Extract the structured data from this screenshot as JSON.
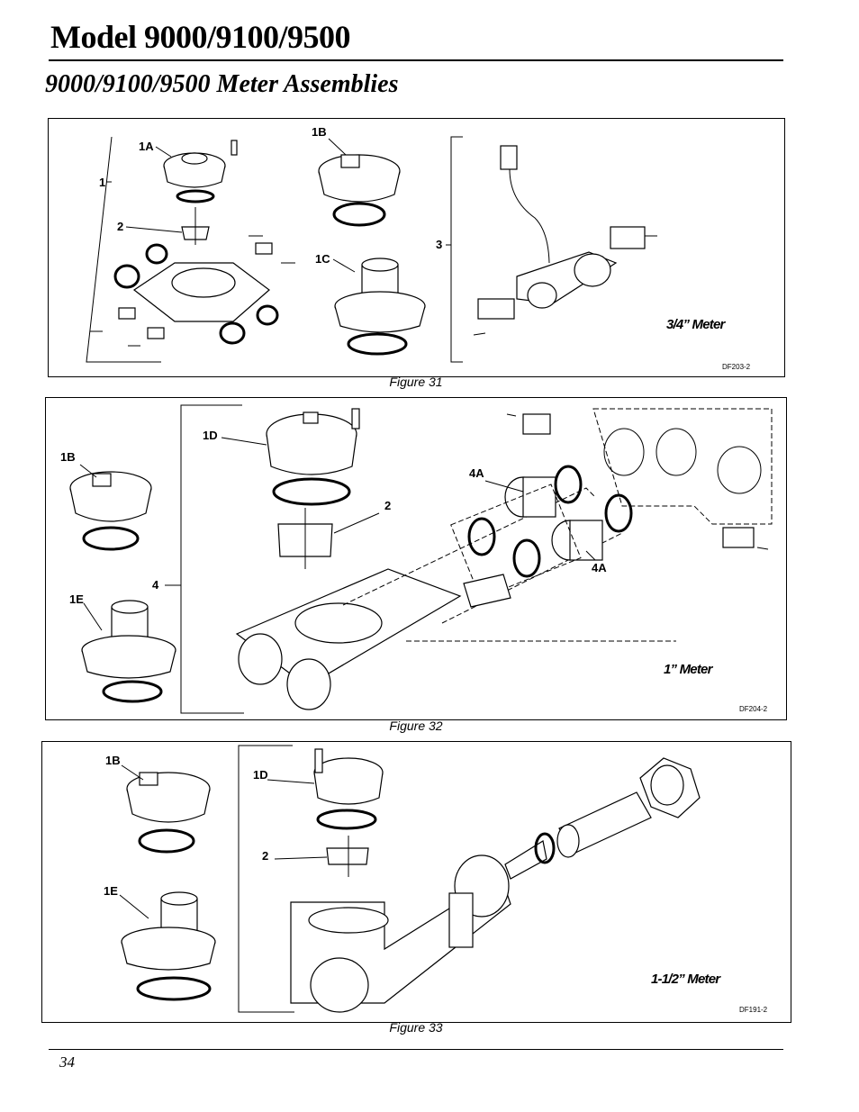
{
  "page": {
    "title": "Model 9000/9100/9500",
    "subtitle": "9000/9100/9500 Meter Assemblies",
    "page_number": "34"
  },
  "figures": [
    {
      "caption": "Figure 31",
      "meter_label": "3/4” Meter",
      "drawing_code": "DF203-2",
      "callouts": [
        "1",
        "1A",
        "2",
        "1B",
        "1C",
        "3"
      ]
    },
    {
      "caption": "Figure 32",
      "meter_label": "1” Meter",
      "drawing_code": "DF204-2",
      "callouts": [
        "1B",
        "1E",
        "4",
        "1D",
        "2",
        "4A",
        "4A"
      ]
    },
    {
      "caption": "Figure 33",
      "meter_label": "1-1/2” Meter",
      "drawing_code": "DF191-2",
      "callouts": [
        "1B",
        "1E",
        "1D",
        "2"
      ]
    }
  ]
}
